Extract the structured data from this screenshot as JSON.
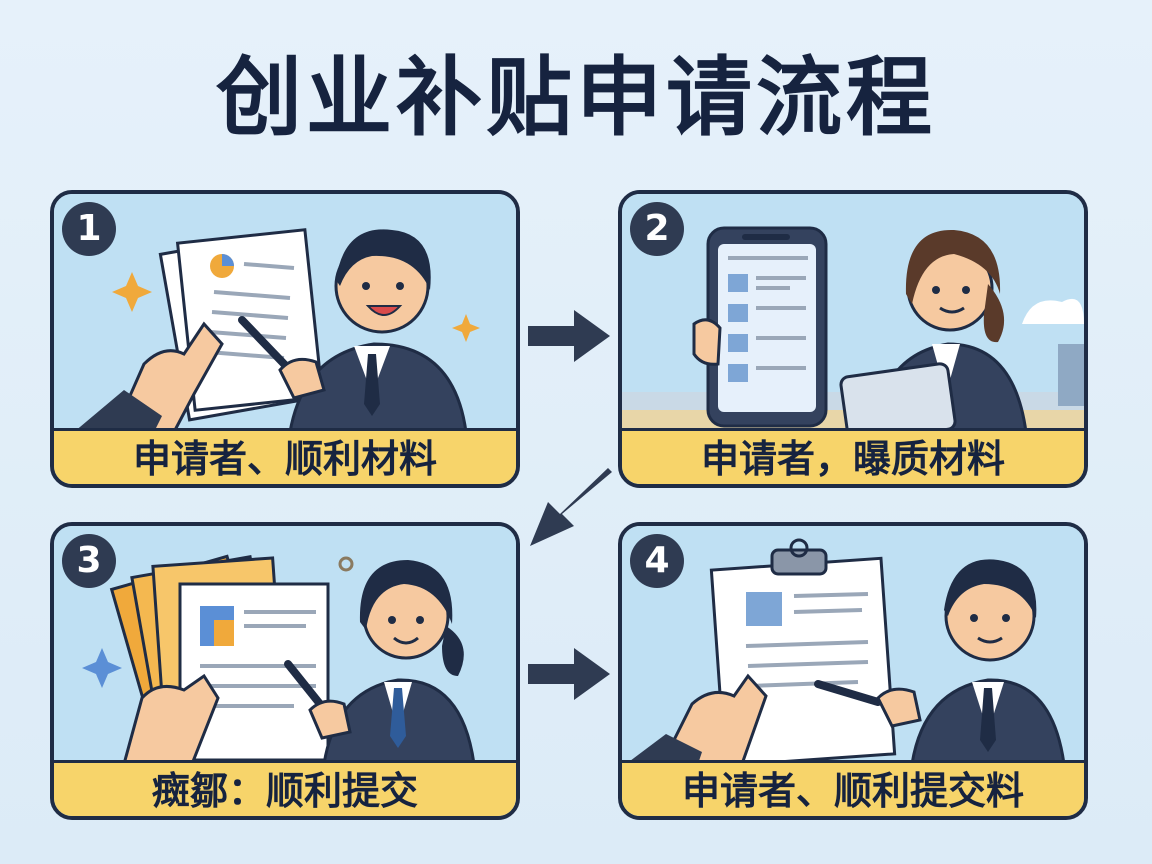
{
  "title": "创业补贴申请流程",
  "steps": [
    {
      "number": "1",
      "caption": "申请者、顺利材料"
    },
    {
      "number": "2",
      "caption": "申请者，曝质材料"
    },
    {
      "number": "3",
      "caption": "癍鄒：顺利提交"
    },
    {
      "number": "4",
      "caption": "申请者、顺利提交料"
    }
  ],
  "colors": {
    "background": "#e6f1fa",
    "panel_border": "#1f2c45",
    "caption_bar": "#f7d46a",
    "badge": "#2f3b52",
    "arrow": "#2f3b52"
  }
}
